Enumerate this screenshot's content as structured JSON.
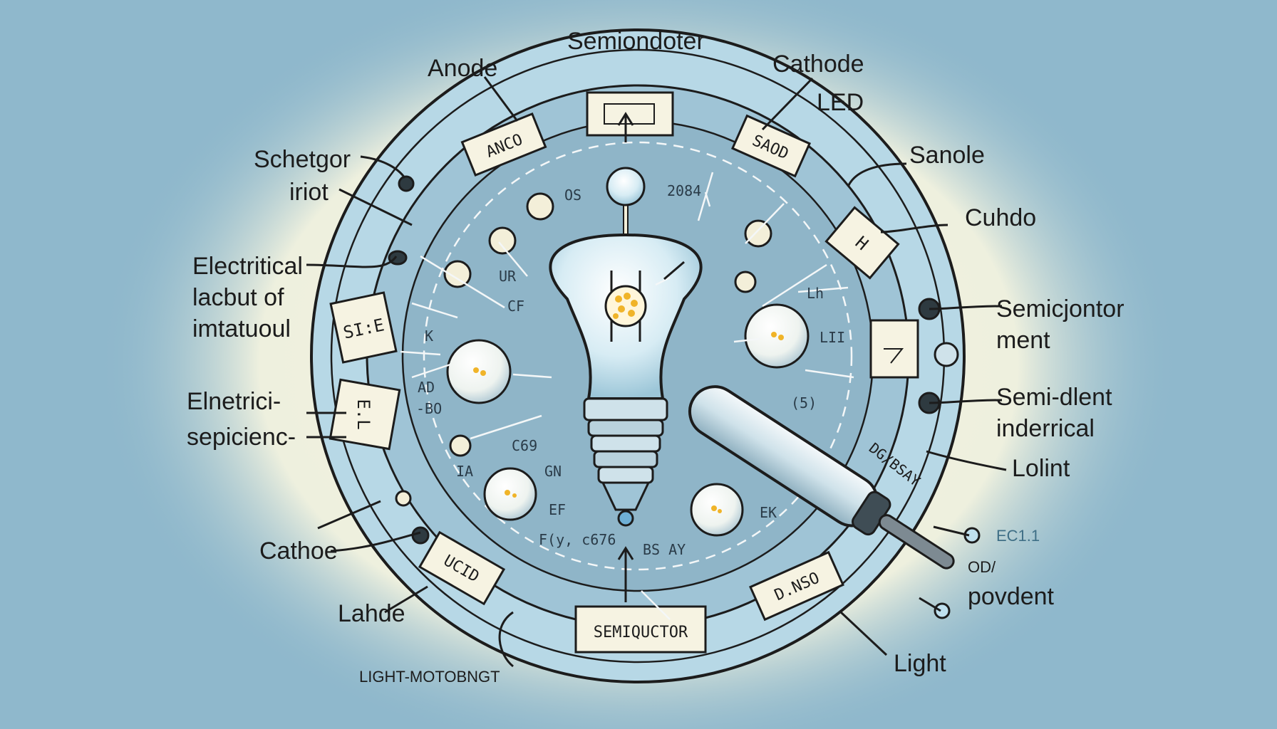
{
  "labels": {
    "anode": "Anode",
    "semiondoter": "Semiondoter",
    "cathode": "Cathode",
    "led": "LED",
    "schetgor": "Schetgor",
    "iriot": "iriot",
    "sanole": "Sanole",
    "cuhdo": "Cuhdo",
    "electrical_1": "Electritical",
    "electrical_2": "lacbut of",
    "electrical_3": "imtatuoul",
    "semicjontor_1": "Semicjontor",
    "semicjontor_2": "ment",
    "elnetrici_1": "Elnetrici-",
    "elnetrici_2": "sepicienc-",
    "semidlent_1": "Semi-dlent",
    "semidlent_2": "inderrical",
    "lolint": "Lolint",
    "ec1": "EC1.1",
    "od": "OD/",
    "povdent": "povdent",
    "cathoe": "Cathoe",
    "lahde": "Lahde",
    "light": "Light",
    "light_motobngt": "LIGHT-MOTOBNGT"
  },
  "ring_boxes": {
    "anco": "ANCO",
    "saod": "SAOD",
    "h": "H",
    "si": "SI:E",
    "el": "E.L",
    "ucid": "UCID",
    "semiqctor": "SEMIQUCTOR",
    "dnso": "D.NSO",
    "dg": "DG/BSAY"
  },
  "inner_text": {
    "os": "OS",
    "n2084": "2084",
    "ur": "UR",
    "cf": "CF",
    "lh": "Lh",
    "lii": "LII",
    "k": "K",
    "ad": "AD",
    "bo": "-BO",
    "s": "(5)",
    "c69": "C69",
    "ia": "IA",
    "gn": "GN",
    "ef": "EF",
    "ek": "EK",
    "fc76": "F(y, c676",
    "bsay": "BS   AY"
  },
  "colors": {
    "background": "#8fb8cc",
    "halo": "#f3efd9",
    "ring": "#a9cfe0",
    "ring_dark": "#7fa9bf",
    "inner": "#8fb5c8",
    "ink": "#1c1c1c",
    "accent_led": "#f0b429"
  }
}
